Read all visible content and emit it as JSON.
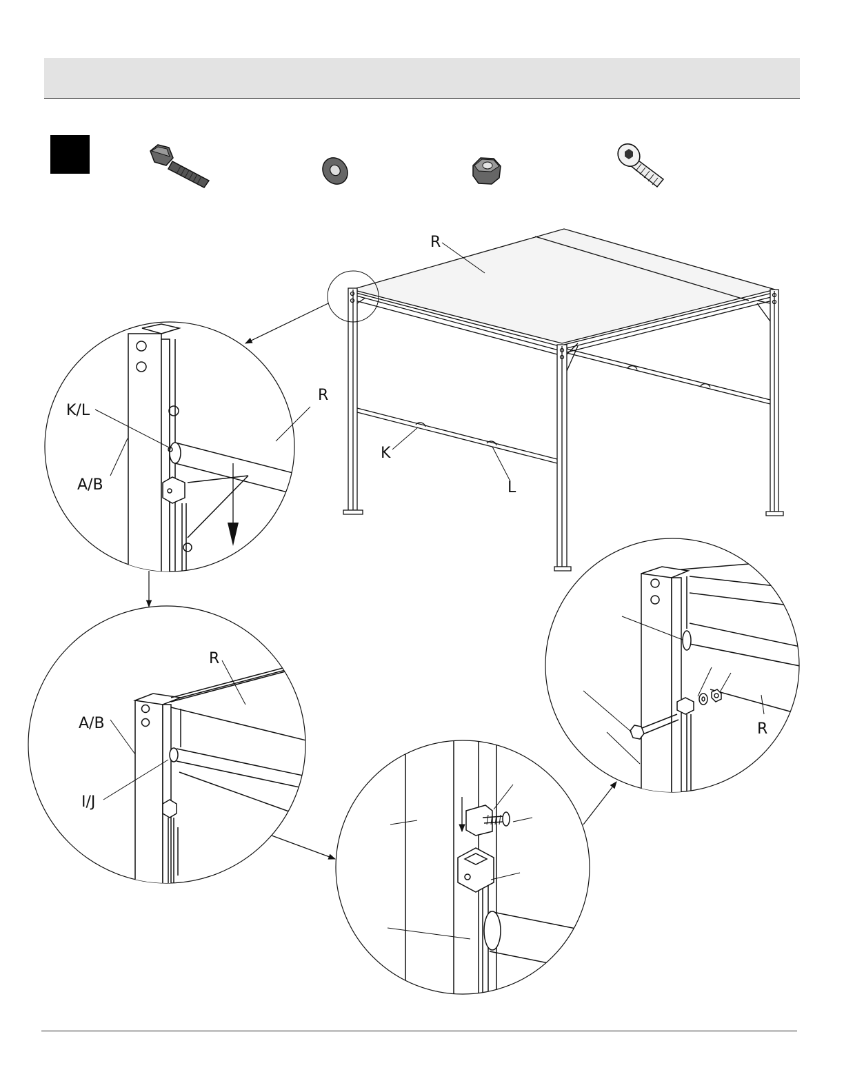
{
  "labels": {
    "main_canopy": "R",
    "main_bar_k": "K",
    "main_bar_l": "L",
    "detail1_kl": "K/L",
    "detail1_r": "R",
    "detail1_ab": "A/B",
    "detail2_r": "R",
    "detail2_ab": "A/B",
    "detail2_ij": "I/J",
    "detail4_r": "R"
  },
  "hardware": [
    {
      "name": "hex-bolt"
    },
    {
      "name": "washer"
    },
    {
      "name": "hex-nut"
    },
    {
      "name": "socket-screw"
    }
  ],
  "colors": {
    "header": "#e3e3e3",
    "ink": "#111111"
  }
}
